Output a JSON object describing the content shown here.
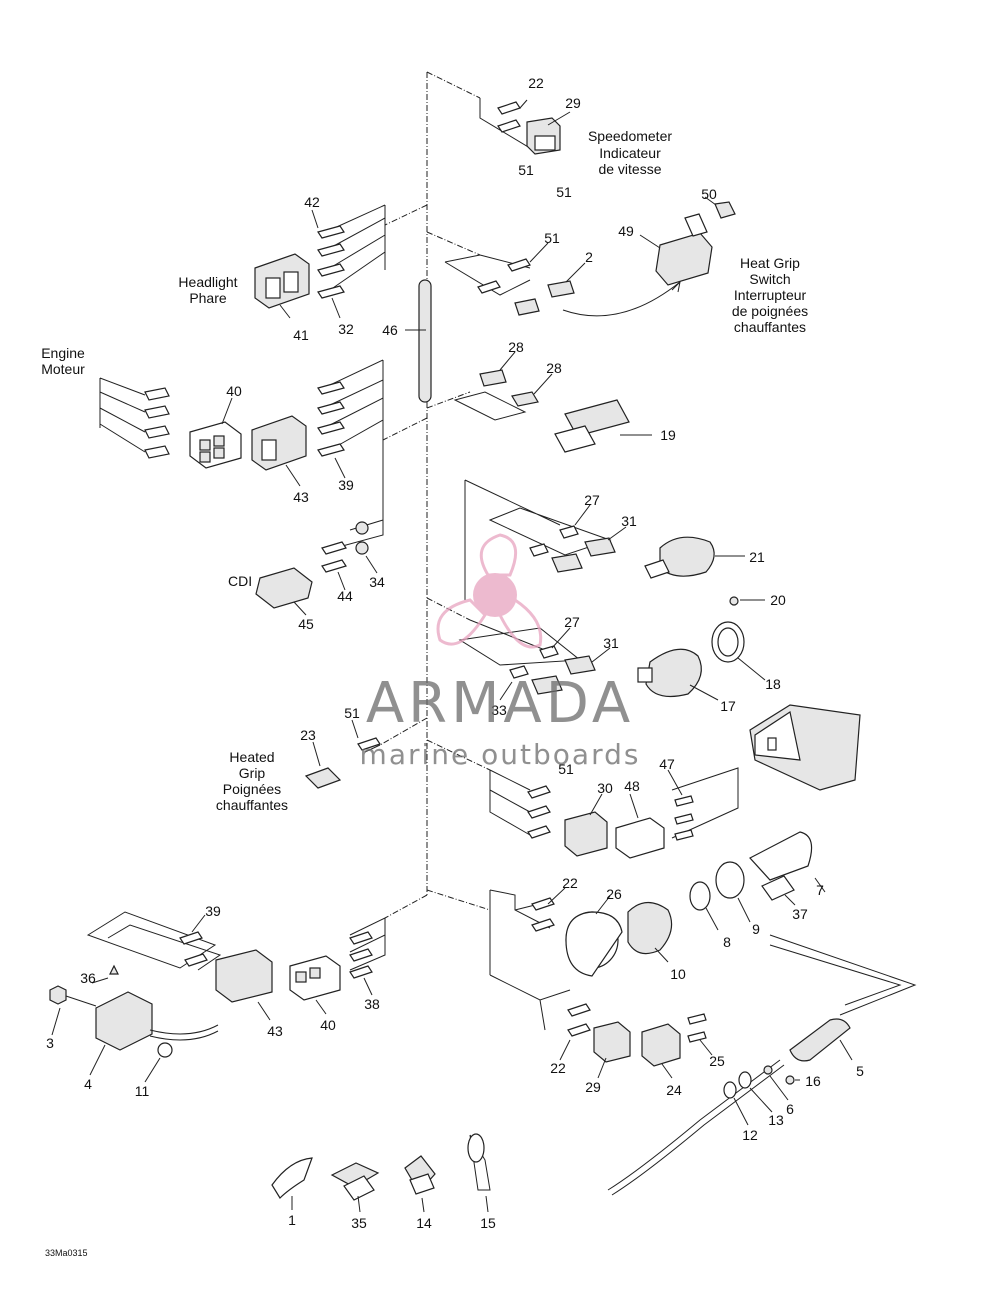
{
  "labels": {
    "speedometer": {
      "en": "Speedometer",
      "fr1": "Indicateur",
      "fr2": "de vitesse"
    },
    "headlight": {
      "en": "Headlight",
      "fr": "Phare"
    },
    "heat_grip_switch": {
      "en1": "Heat Grip",
      "en2": "Switch",
      "fr1": "Interrupteur",
      "fr2": "de poignées",
      "fr3": "chauffantes"
    },
    "engine": {
      "en": "Engine",
      "fr": "Moteur"
    },
    "cdi": "CDI",
    "heated_grip": {
      "en1": "Heated",
      "en2": "Grip",
      "fr1": "Poignées",
      "fr2": "chauffantes"
    }
  },
  "callouts": [
    "22",
    "29",
    "51",
    "51",
    "50",
    "49",
    "42",
    "51",
    "2",
    "41",
    "32",
    "46",
    "28",
    "28",
    "40",
    "43",
    "39",
    "19",
    "27",
    "31",
    "21",
    "34",
    "44",
    "45",
    "20",
    "27",
    "31",
    "33",
    "18",
    "17",
    "51",
    "23",
    "51",
    "47",
    "30",
    "48",
    "7",
    "37",
    "22",
    "26",
    "8",
    "9",
    "10",
    "39",
    "36",
    "3",
    "43",
    "40",
    "38",
    "4",
    "11",
    "22",
    "29",
    "24",
    "25",
    "5",
    "16",
    "6",
    "13",
    "12",
    "1",
    "35",
    "14",
    "15"
  ],
  "watermark": {
    "brand": "ARMADA",
    "tagline": "marine outboards"
  },
  "drawing_code": "33Ma0315"
}
